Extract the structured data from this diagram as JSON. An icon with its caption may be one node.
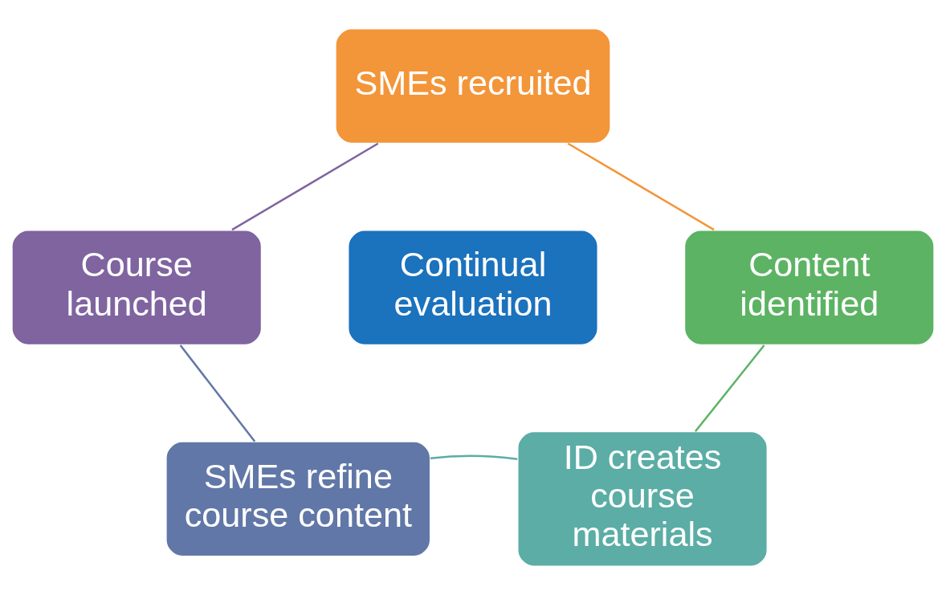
{
  "diagram": {
    "nodes": [
      {
        "text": [
          "SMEs recruited"
        ]
      },
      {
        "text": [
          "Content identified"
        ]
      },
      {
        "text": [
          "ID creates course materials"
        ]
      },
      {
        "text": [
          "SMEs refine course content"
        ]
      },
      {
        "text": [
          "Course launched"
        ]
      },
      {
        "text": [
          "Continual evaluation"
        ]
      }
    ],
    "edges": [
      {
        "from": 0,
        "to": 1,
        "arrow": "none",
        "color": "#f39539"
      },
      {
        "from": 1,
        "to": 2,
        "arrow": "none",
        "color": "#5cb363"
      },
      {
        "from": 2,
        "to": 3,
        "arrow": "none",
        "color": "#5bada5"
      },
      {
        "from": 3,
        "to": 4,
        "arrow": "none",
        "color": "#6177a7"
      },
      {
        "from": 4,
        "to": 0,
        "arrow": "none",
        "color": "#7f64a0"
      }
    ]
  }
}
